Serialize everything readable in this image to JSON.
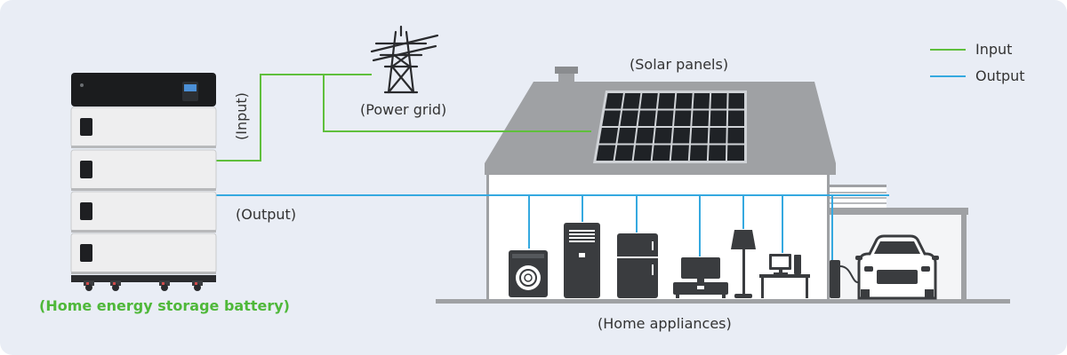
{
  "labels": {
    "input_vertical": "(Input)",
    "power_grid": "(Power grid)",
    "solar_panels": "(Solar panels)",
    "output": "(Output)",
    "home_appliances": "(Home appliances)",
    "battery": "(Home energy storage battery)"
  },
  "legend": {
    "input": "Input",
    "output": "Output"
  },
  "colors": {
    "background": "#e9edf5",
    "input_line": "#5fbf3c",
    "output_line": "#35a9e0",
    "battery_label": "#4fb83a",
    "house_gray": "#9fa1a4",
    "roof_gray": "#8a8c8f",
    "appliance_dark": "#3a3c3f",
    "solar_panel": "#1f2226"
  },
  "icons": {
    "battery": "battery-stack-icon",
    "tower": "power-tower-icon",
    "solar": "solar-panel-icon",
    "washer": "washing-machine-icon",
    "ac": "air-conditioner-icon",
    "fridge": "refrigerator-icon",
    "tv": "television-icon",
    "lamp": "floor-lamp-icon",
    "computer": "desktop-computer-icon",
    "charger": "ev-charger-icon",
    "car": "car-icon"
  }
}
